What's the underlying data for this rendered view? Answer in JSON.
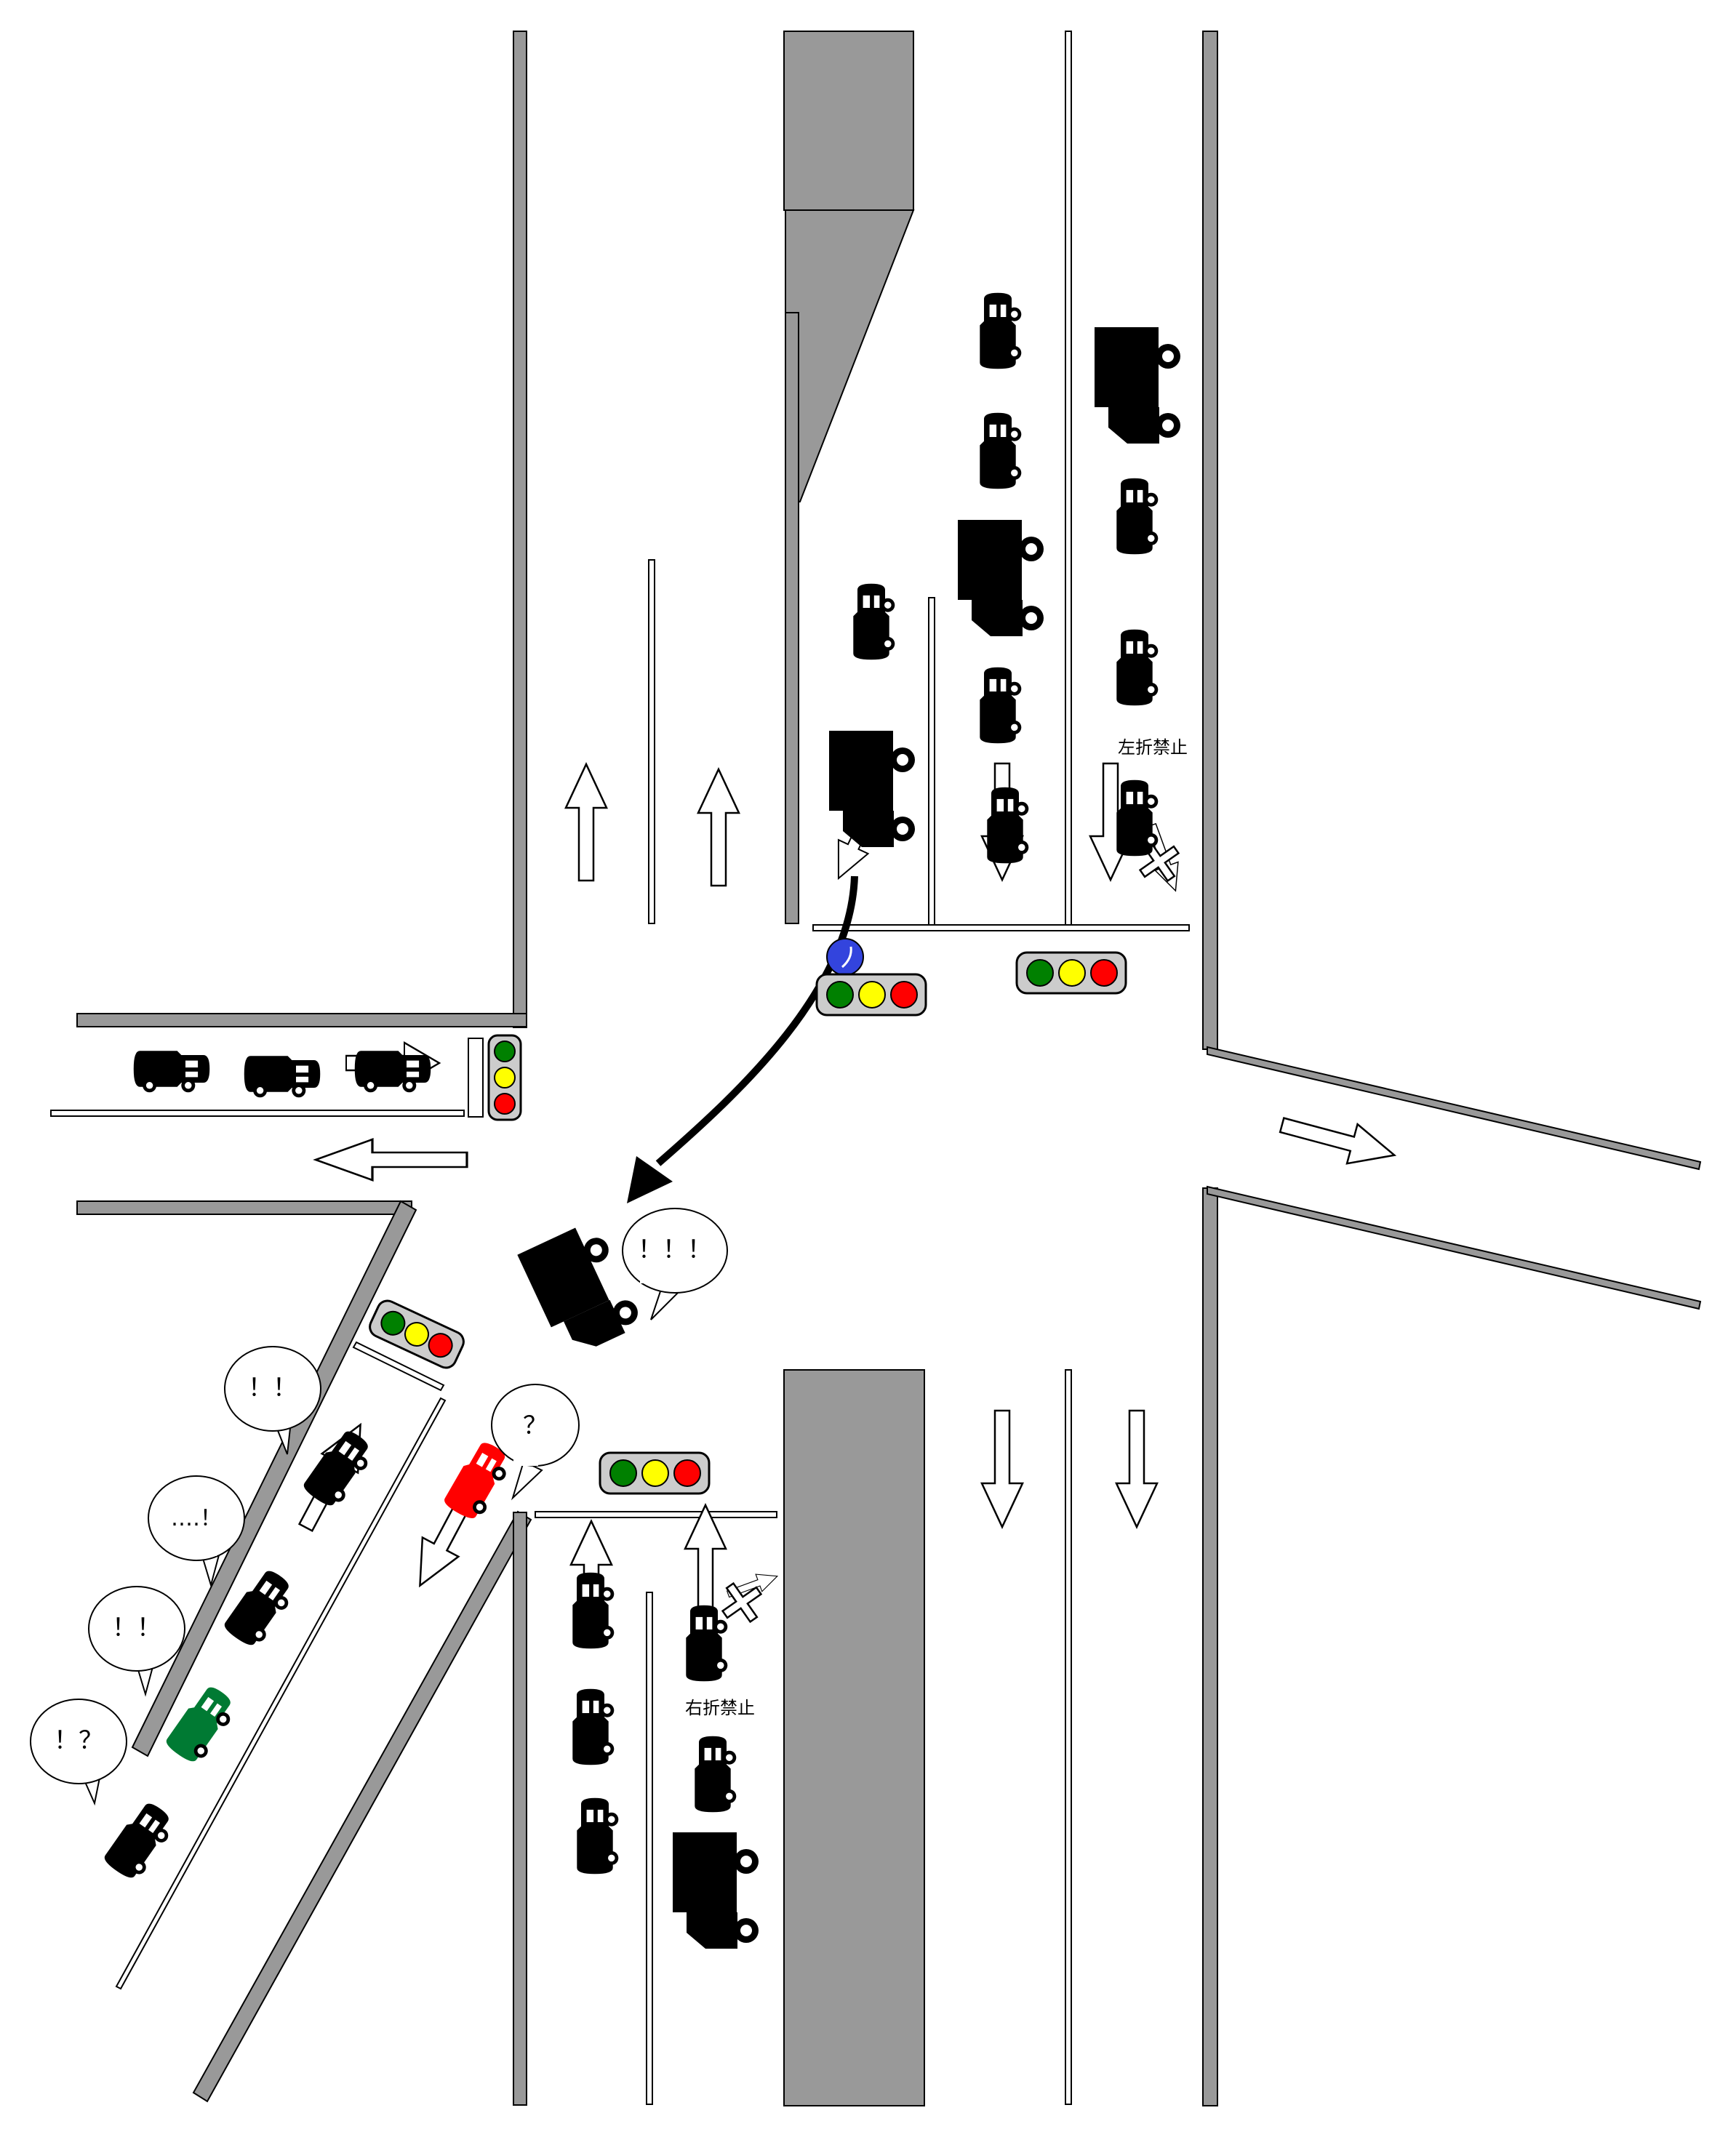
{
  "colors": {
    "curb": "#999999",
    "median": "#999999",
    "vehicle": "#000000",
    "highlight_car": "#ff0000",
    "green_car": "#007a33",
    "signal_green": "#008000",
    "signal_yellow": "#ffff00",
    "signal_red": "#ff0000",
    "signal_housing": "#cccccc",
    "sign_blue": "#3344dd"
  },
  "signs": {
    "no_left_turn": "左折禁止",
    "no_right_turn": "右折禁止"
  },
  "speech": {
    "truck": "！！！",
    "red_car": "？",
    "queue_1": "！！",
    "queue_2": "‥‥！",
    "queue_3": "！！",
    "queue_4": "！？"
  },
  "signals": [
    {
      "id": "north-left",
      "lights": [
        "green",
        "yellow",
        "red"
      ]
    },
    {
      "id": "north-right",
      "lights": [
        "green",
        "yellow",
        "red"
      ]
    },
    {
      "id": "west",
      "lights": [
        "green",
        "yellow",
        "red"
      ]
    },
    {
      "id": "southwest",
      "lights": [
        "green",
        "yellow",
        "red"
      ]
    },
    {
      "id": "south",
      "lights": [
        "green",
        "yellow",
        "red"
      ]
    }
  ],
  "icons": {
    "car": "car-icon",
    "truck": "truck-icon",
    "lane_arrow": "lane-arrow-icon",
    "prohibited": "x-mark-icon",
    "turn_path": "curved-arrow-icon",
    "keep_left_sign": "blue-round-sign-icon"
  }
}
